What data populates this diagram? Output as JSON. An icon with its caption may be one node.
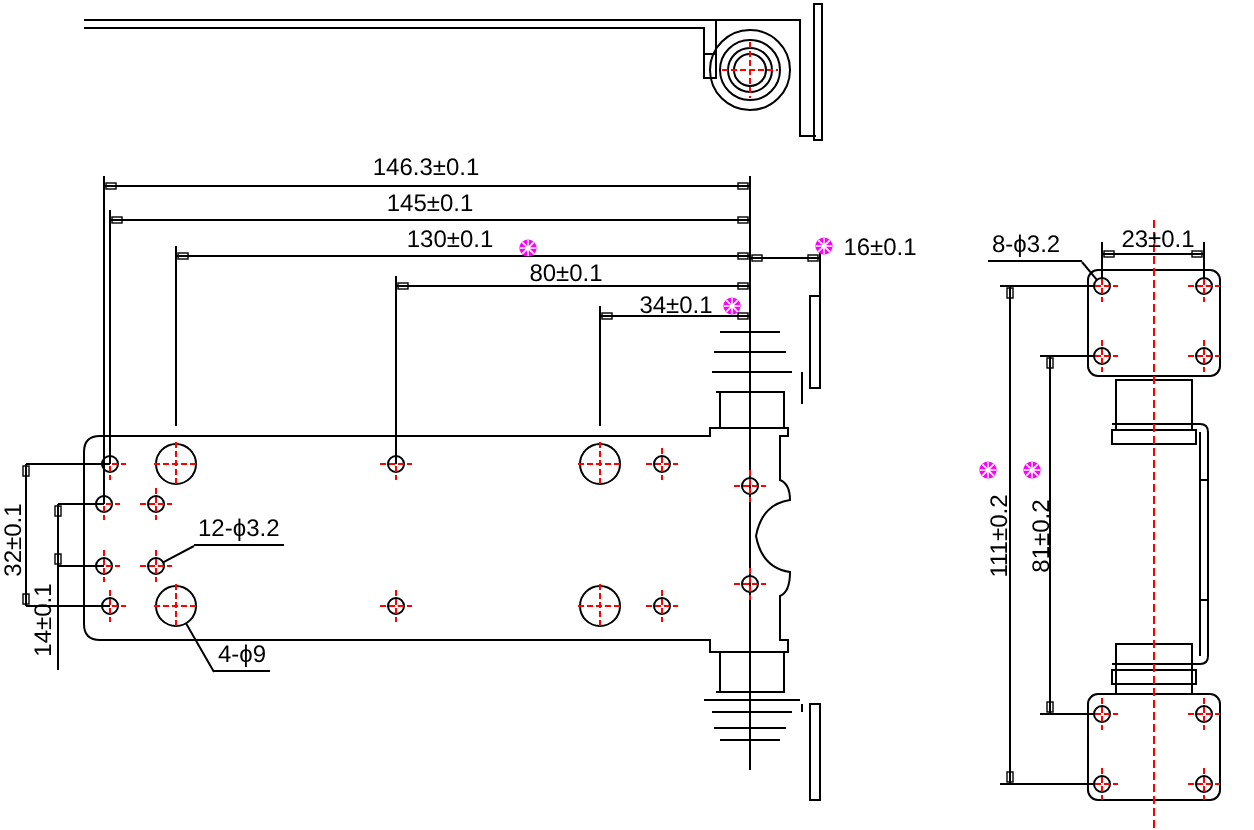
{
  "diagram": {
    "nodes": [
      {
        "text": [
          "12-ϕ3.2"
        ]
      },
      {
        "text": [],
        "shape": "circle"
      },
      {
        "text": [
          "4-ϕ9"
        ]
      },
      {
        "text": [],
        "shape": "circle"
      },
      {
        "text": [
          "8-ϕ3.2"
        ]
      },
      {
        "text": [],
        "shape": "circle"
      },
      {
        "text": [],
        "shape": "circle"
      },
      {
        "text": [],
        "shape": "circle"
      },
      {
        "text": [],
        "shape": "circle"
      }
    ],
    "edges": [
      {
        "from": 0,
        "to": 1,
        "arrow": "none"
      },
      {
        "from": 2,
        "to": 3,
        "arrow": "none"
      },
      {
        "from": 4,
        "to": 5,
        "arrow": "none"
      }
    ],
    "labels": [
      "146.3±0.1",
      "145±0.1",
      "130±0.1",
      "16±0.1",
      "80±0.1",
      "34±0.1",
      "23±0.1",
      "32±0.1",
      "14±0.1",
      "111±0.2",
      "81±0.2"
    ]
  }
}
